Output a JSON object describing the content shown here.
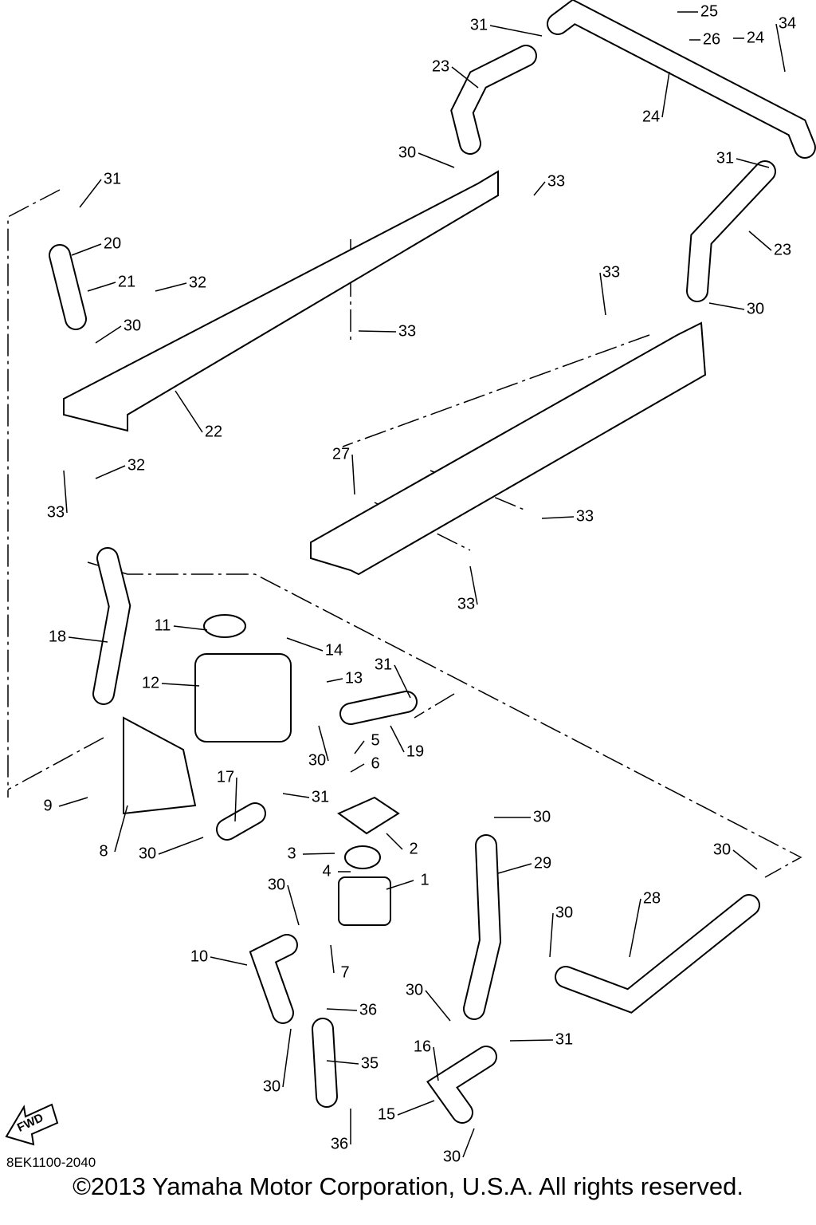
{
  "diagram_code": "8EK1100-2040",
  "copyright": "©2013 Yamaha Motor Corporation, U.S.A. All rights reserved.",
  "fwd_label": "FWD",
  "callouts": [
    "31",
    "25",
    "26",
    "24",
    "34",
    "23",
    "24",
    "30",
    "31",
    "33",
    "31",
    "20",
    "23",
    "32",
    "21",
    "33",
    "30",
    "30",
    "33",
    "22",
    "32",
    "33",
    "27",
    "33",
    "33",
    "11",
    "18",
    "14",
    "12",
    "13",
    "31",
    "19",
    "30",
    "5",
    "6",
    "9",
    "17",
    "31",
    "2",
    "8",
    "30",
    "3",
    "4",
    "1",
    "30",
    "29",
    "30",
    "28",
    "30",
    "30",
    "10",
    "7",
    "36",
    "30",
    "35",
    "31",
    "16",
    "30",
    "15",
    "36",
    "30"
  ]
}
